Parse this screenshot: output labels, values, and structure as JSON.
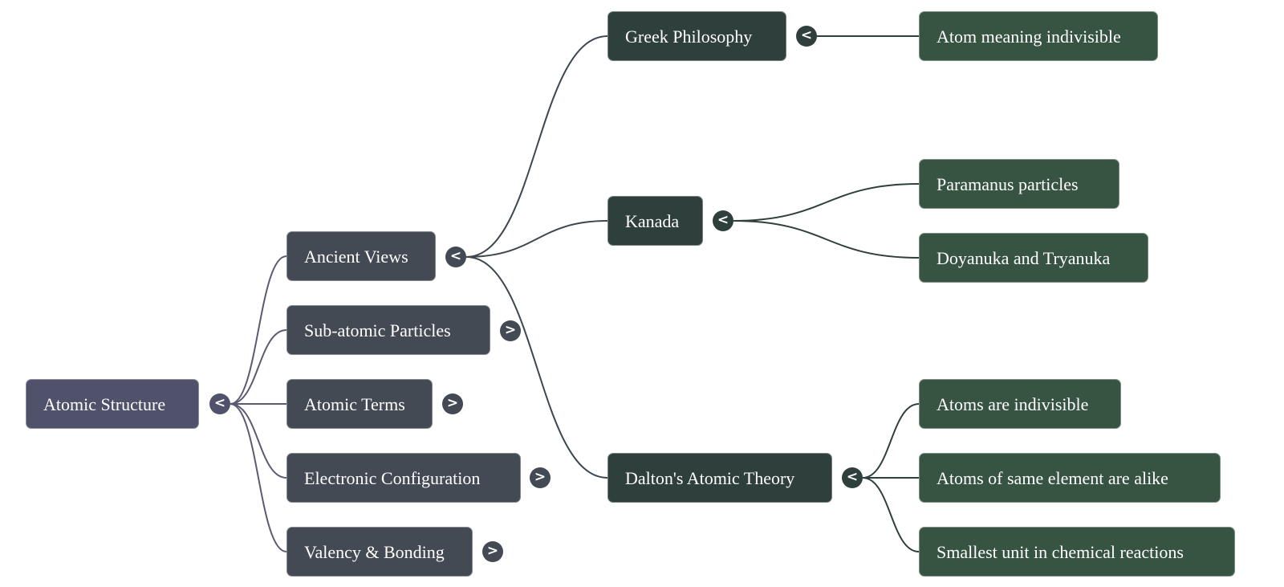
{
  "colors": {
    "root": "#50516a",
    "level1": "#434a54",
    "level2": "#2f403c",
    "level3": "#375443",
    "link_root": "#5a5a72",
    "link_level1": "#3e4650",
    "link_level2": "#2f403c"
  },
  "toggles": {
    "expanded": "<",
    "collapsed": ">"
  },
  "mindmap": {
    "root": {
      "label": "Atomic Structure",
      "toggle": "<"
    },
    "level1": [
      {
        "label": "Ancient Views",
        "toggle": "<"
      },
      {
        "label": "Sub-atomic Particles",
        "toggle": ">"
      },
      {
        "label": "Atomic Terms",
        "toggle": ">"
      },
      {
        "label": "Electronic Configuration",
        "toggle": ">"
      },
      {
        "label": "Valency & Bonding",
        "toggle": ">"
      }
    ],
    "ancient_views_children": [
      {
        "label": "Greek Philosophy",
        "toggle": "<",
        "children": [
          "Atom meaning indivisible"
        ]
      },
      {
        "label": "Kanada",
        "toggle": "<",
        "children": [
          "Paramanus particles",
          "Doyanuka and Tryanuka"
        ]
      },
      {
        "label": "Dalton's Atomic Theory",
        "toggle": "<",
        "children": [
          "Atoms are indivisible",
          "Atoms of same element are alike",
          "Smallest unit in chemical reactions"
        ]
      }
    ]
  }
}
